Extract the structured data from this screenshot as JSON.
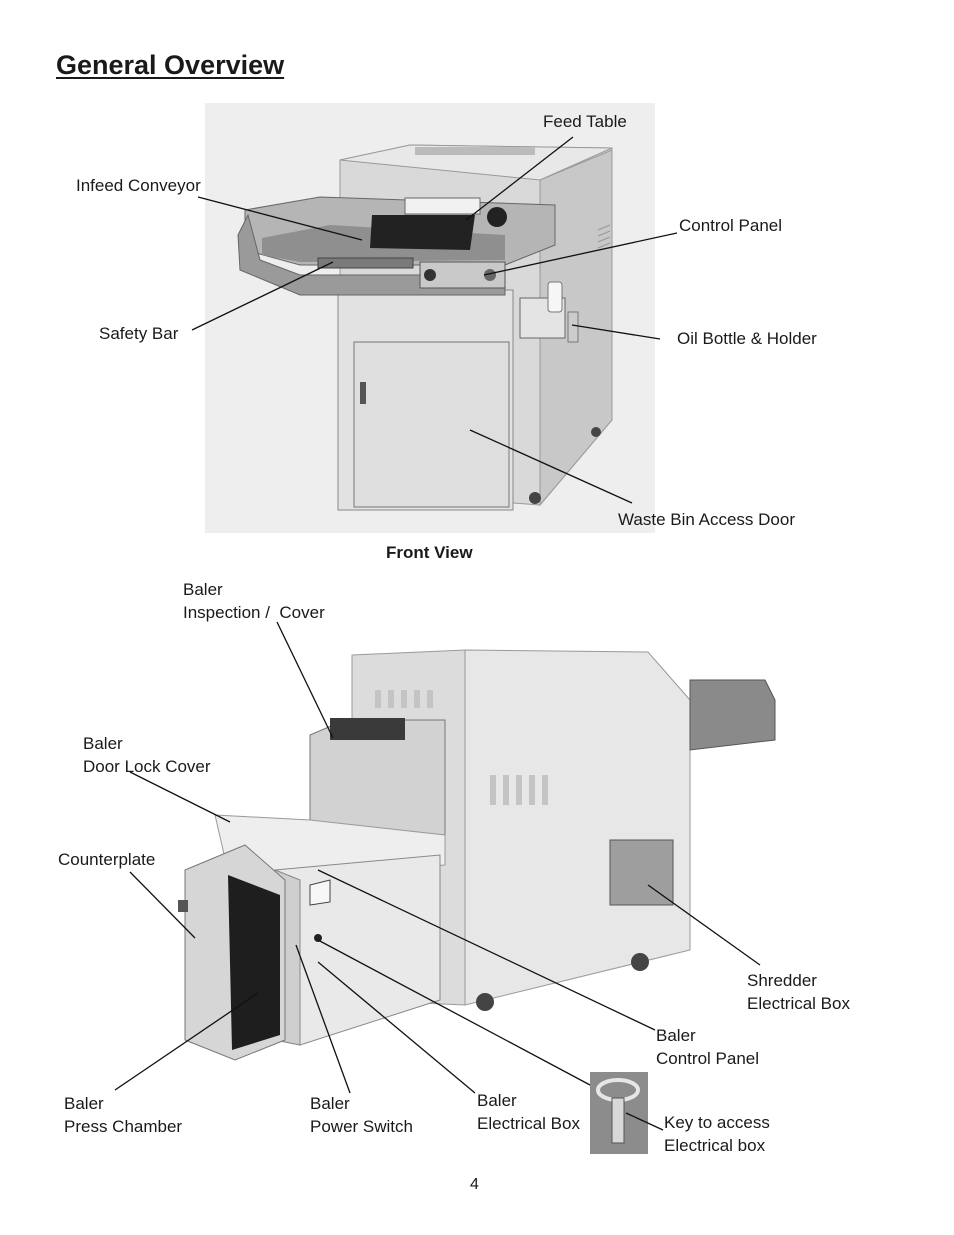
{
  "title": "General Overview",
  "front": {
    "caption": "Front View",
    "labels": {
      "feed_table": "Feed Table",
      "infeed_conveyor": "Infeed Conveyor",
      "control_panel": "Control Panel",
      "safety_bar": "Safety Bar",
      "oil_bottle": "Oil Bottle & Holder",
      "waste_bin_door": "Waste Bin Access Door"
    }
  },
  "side": {
    "labels": {
      "inspection_cover_1": "Baler",
      "inspection_cover_2": "Inspection /  Cover",
      "door_lock_1": "Baler",
      "door_lock_2": "Door Lock Cover",
      "counterplate": "Counterplate",
      "shredder_box_1": "Shredder",
      "shredder_box_2": "Electrical Box",
      "baler_panel_1": "Baler",
      "baler_panel_2": "Control Panel",
      "press_chamber_1": "Baler",
      "press_chamber_2": "Press Chamber",
      "power_switch_1": "Baler",
      "power_switch_2": "Power Switch",
      "baler_elec_1": "Baler",
      "baler_elec_2": "Electrical Box",
      "key_1": "Key to access",
      "key_2": "Electrical box"
    }
  },
  "page_number": "4"
}
